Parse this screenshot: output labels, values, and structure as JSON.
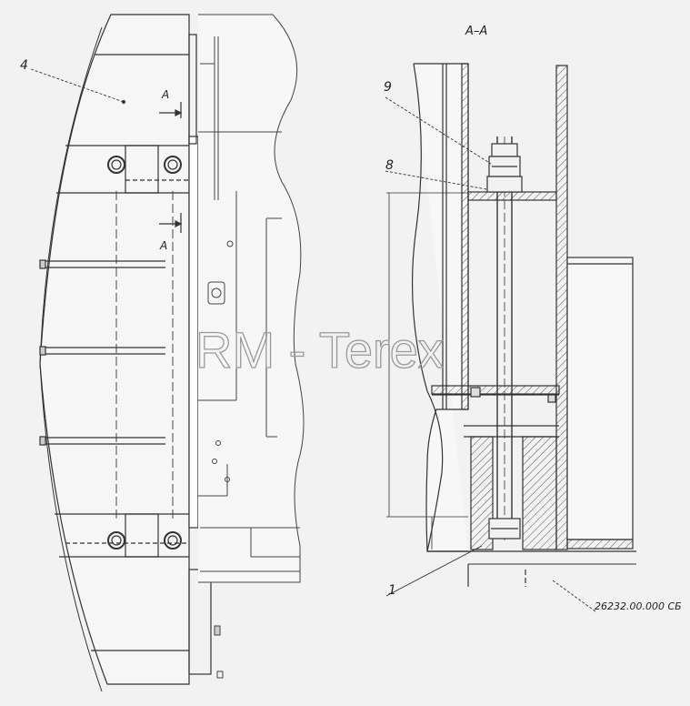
{
  "section_title": "A–A",
  "section_marks": [
    "A",
    "A"
  ],
  "callouts": [
    {
      "label": "4"
    },
    {
      "label": "9"
    },
    {
      "label": "8"
    },
    {
      "label": "1"
    }
  ],
  "drawing_number": "26232.00.000 СБ",
  "watermark": "RM - Terex"
}
